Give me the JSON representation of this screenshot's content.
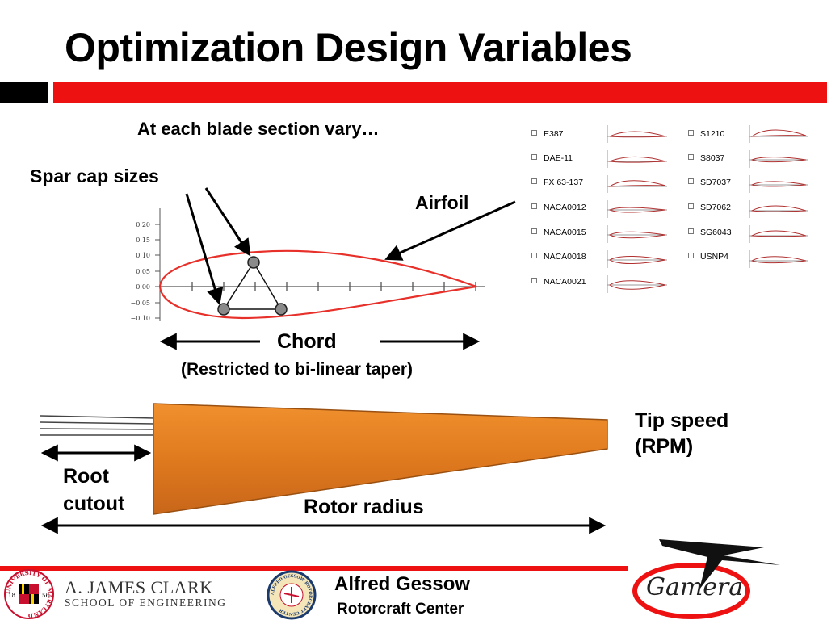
{
  "slide": {
    "title": "Optimization Design Variables",
    "subtitle": "At each blade section vary…",
    "spar_label": "Spar cap sizes",
    "airfoil_label": "Airfoil",
    "chord_label": "Chord",
    "chord_note": "(Restricted to bi-linear taper)",
    "tip_speed_line1": "Tip speed",
    "tip_speed_line2": "(RPM)",
    "root_line1": "Root",
    "root_line2": "cutout",
    "rotor_radius_label": "Rotor radius"
  },
  "plot": {
    "y_ticks": [
      "0.20",
      "0.15",
      "0.10",
      "0.05",
      "0.00",
      "−0.05",
      "−0.10"
    ]
  },
  "airfoil_list": {
    "left": [
      "E387",
      "DAE-11",
      "FX 63-137",
      "NACA0012",
      "NACA0015",
      "NACA0018",
      "NACA0021"
    ],
    "right": [
      "S1210",
      "S8037",
      "SD7037",
      "SD7062",
      "SG6043",
      "USNP4"
    ]
  },
  "footer": {
    "umd_ring": "UNIVERSITY OF MARYLAND",
    "umd_year_left": "18",
    "umd_year_right": "56",
    "clark_line1": "A. JAMES CLARK",
    "clark_line2": "SCHOOL OF ENGINEERING",
    "seal_ring": "ALFRED GESSOW ROTORCRAFT CENTER",
    "gessow_line1": "Alfred Gessow",
    "gessow_line2": "Rotorcraft Center",
    "gamera_text": "Gamera"
  },
  "colors": {
    "accent_red": "#ee1111",
    "airfoil_outline": "#e8302a",
    "blade_fill": "#e07a1e",
    "spar_node": "#8a8a8a"
  }
}
